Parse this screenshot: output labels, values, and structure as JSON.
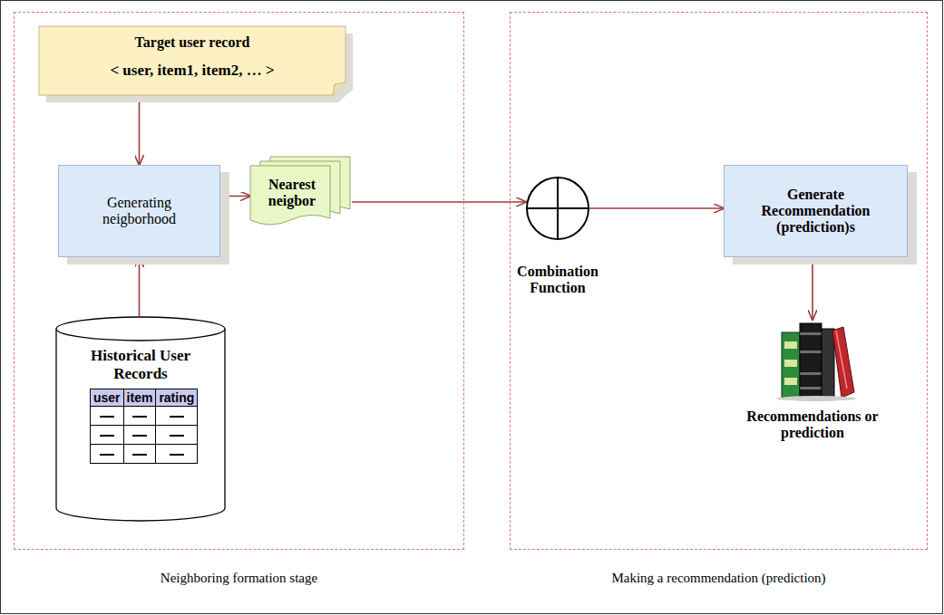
{
  "diagram": {
    "nodes": [
      {
        "text": [
          "Neighboring formation stage"
        ]
      },
      {
        "text": [
          "Making a recommendation (prediction)"
        ]
      },
      {
        "text": [
          "Target user record",
          "< user, item1, item2, … >"
        ],
        "in": 0
      },
      {
        "text": [
          "Generating neigborhood"
        ],
        "in": 0
      },
      {
        "text": [
          "Nearest neigbor"
        ],
        "in": 0
      },
      {
        "text": [
          "Historical User Records"
        ],
        "in": 0
      },
      {
        "text": [
          "Combination Function"
        ],
        "in": 1
      },
      {
        "text": [
          "Generate Recommendation (prediction)s"
        ],
        "in": 1
      },
      {
        "text": [
          "Recommendations or prediction"
        ],
        "in": 1
      }
    ],
    "edges": [
      {
        "from": 2,
        "to": 3,
        "arrow": "to"
      },
      {
        "from": 5,
        "to": 3,
        "arrow": "to"
      },
      {
        "from": 3,
        "to": 4,
        "arrow": "to"
      },
      {
        "from": 4,
        "to": 6,
        "arrow": "to"
      },
      {
        "from": 6,
        "to": 7,
        "arrow": "to"
      },
      {
        "from": 7,
        "to": 8,
        "arrow": "to"
      }
    ],
    "labels": [
      "user",
      "item",
      "rating"
    ]
  }
}
